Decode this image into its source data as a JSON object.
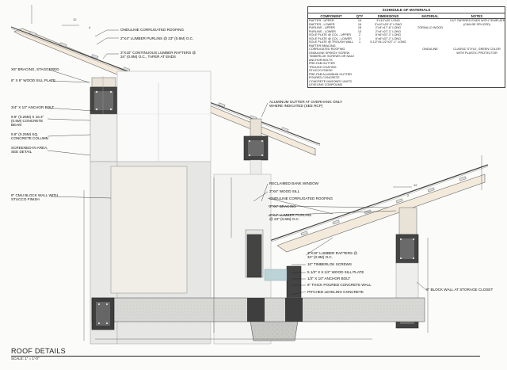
{
  "sheet": {
    "title": "ROOF DETAILS",
    "scale": "SCALE: 1\" = 1'-0\""
  },
  "schedule": {
    "title": "SCHEDULE OF MATERIALS",
    "headers": [
      "COMPONENT",
      "QTY",
      "DIMENSIONS",
      "MATERIAL",
      "NOTES"
    ],
    "rows": [
      [
        "RAFTER - UPPER",
        "16",
        "3\"x10\"x20' LONG",
        "",
        "CUT TAPERED ENDS WITH TEMPLATE"
      ],
      [
        "RAFTER - LOWER",
        "16",
        "3\"x10\"x20'-5\" LONG",
        "",
        "(CAN BE SPLICED)"
      ],
      [
        "PURLINS - UPPER",
        "18",
        "2\"x4\"x17'-6\" LONG",
        "TORNILLO WOOD",
        ""
      ],
      [
        "PURLINS - LOWER",
        "13",
        "2\"x4\"x27'-1\" LONG",
        "",
        ""
      ],
      [
        "SOLE PLATE @ COL - UPPER",
        "2",
        "6\"x6\"x37'-1\" LONG",
        "",
        ""
      ],
      [
        "SOLE PLATE @ COL - LOWER",
        "1",
        "6\"x6\"x37'-1\" LONG",
        "",
        ""
      ],
      [
        "SOLE PLATE @ TROUGH WALL",
        "1",
        "5-1/2\"x5-1/2\"x37'-1\" LONG",
        "",
        ""
      ],
      [
        "RAFTER BRACING",
        "",
        "",
        "",
        ""
      ],
      [
        "CORRUGATED ROOFING",
        "",
        "",
        "ONDULINE",
        "CLASSIC STYLE, GREEN COLOR"
      ],
      [
        "ONDULINE SPEEDY SCREW",
        "",
        "",
        "",
        "WITH PLASTIC PROTECTOR"
      ],
      [
        "TIMBERLOK SCREWS OR NAILS?",
        "",
        "",
        "",
        ""
      ],
      [
        "ANCHOR BOLTS",
        "",
        "",
        "",
        ""
      ],
      [
        "PRE-FAB GUTTER",
        "",
        "",
        "",
        ""
      ],
      [
        "TROUGH COATING",
        "",
        "",
        "",
        ""
      ],
      [
        "STUCCO FINISH",
        "",
        "",
        "",
        ""
      ],
      [
        "PRE-FAB ALUMINUM GUTTER",
        "",
        "",
        "",
        ""
      ],
      [
        "POURED CONCRETE",
        "",
        "",
        "",
        ""
      ],
      [
        "CONCRETE MASONRY UNITS",
        "",
        "",
        "",
        ""
      ],
      [
        "LEVELING COMPOUND",
        "",
        "",
        "",
        ""
      ]
    ]
  },
  "annotations": {
    "onduline_top": "ONDULINE CORRUGATED ROOFING",
    "purlins_top": "2\"X4\" LUMBER PURLINS @ 23\" (0.6M) O.C.",
    "rafters_top": "3\"X10\" CONTINUOUS LUMBER RAFTERS @\n34\" (0.8M) O.C., TAPER AT ENDS",
    "bracing_staggered": "x6\" BRACING, STAGGERED",
    "sill_plate_6x6": "6\" X 6\" WOOD SILL PLATE",
    "anchor_bolt": "3/4\" X 10\" ANCHOR BOLT",
    "concrete_beam": "9.8\" (0.25M) x 16.4\"\n(0.5M) CONCRETE\nBEAM",
    "concrete_column": "9.8\" (0.25M) SQ.\nCONCRETE COLUMN",
    "screened_area": "SCREENED-IN AREA,\nSEE DETAIL",
    "cmu_wall": "8\" CMU BLOCK WALL WITH\nSTUCCO FINISH",
    "gutter": "ALUMINUM GUTTER AT OVERHANG ONLY\nWHERE INDICATED (SEE RCP)",
    "reclaimed_window": "RECLAIMED BANK WINDOW",
    "sill_3x6": "3\"X6\" WOOD SILL",
    "onduline_lower": "ONDULINE CORRUGATED ROOFING",
    "bracing_2x6": "2\"X6\" BRACING",
    "purlins_lower": "2\"X4\" LUMBER PURLINS\n@ 23\" (0.6M) O.C.",
    "rafters_lower": "3\"X10\" LUMBER RAFTERS @\n34\" (0.8M) O.C.",
    "timberlok": "10\" TIMBERLOK SCREWS",
    "sill_plate_lower": "5 1/2\" X 5 1/2\" WOOD SILL PLATE",
    "anchor_bolt_lower": "1/2\" X 10\" ANCHOR BOLT",
    "poured_wall": "6\" THICK POURED CONCRETE WALL",
    "leveling": "PITCHED LEVELING CONCRETE",
    "block_wall_storage": "8\" BLOCK WALL AT STORAGE CLOSET"
  },
  "dimensions": {
    "d12_top": "12",
    "d4_top": "4",
    "d12_right": "12",
    "d4_right": "2"
  }
}
